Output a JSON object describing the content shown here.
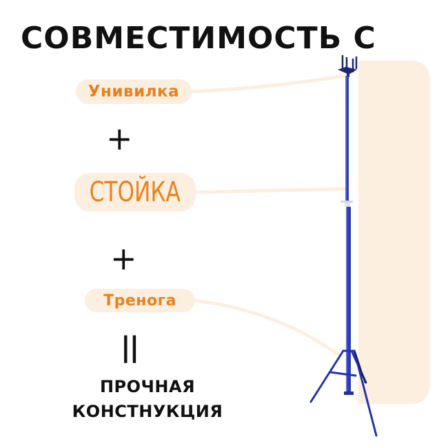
{
  "header": {
    "title": "СОВМЕСТИМОСТЬ С"
  },
  "components": [
    {
      "label": "Унивилка"
    },
    {
      "label": "СТОЙКА"
    },
    {
      "label": "Тренога"
    }
  ],
  "operators": {
    "plus_1": "+",
    "plus_2": "+",
    "equals": "||"
  },
  "result": {
    "line_1": "ПРОЧНАЯ",
    "line_2": "КОНСТНУКЦИЯ"
  },
  "colors": {
    "accent": "#e8821e",
    "pill_bg": "#fcefdf",
    "prop_blue": "#2433a8",
    "text": "#111111"
  },
  "icons": {
    "product": "telescopic-prop-with-tripod-and-fork-head-icon"
  }
}
